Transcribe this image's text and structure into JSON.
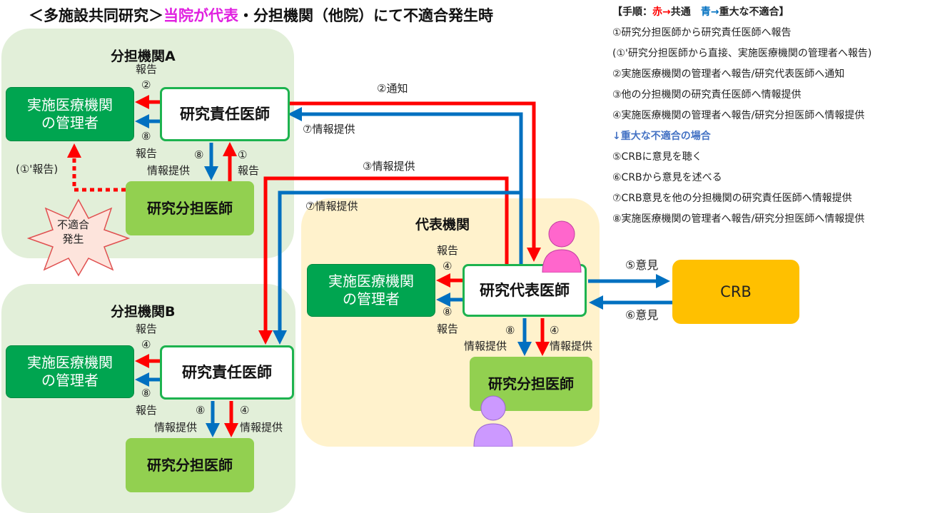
{
  "title": {
    "prefix": "＜多施設共同研究＞",
    "highlight": "当院が代表",
    "suffix": "・分担機関（他院）にて不適合発生時"
  },
  "legend": {
    "open": "【手順：",
    "red": "赤→",
    "common": "共通　",
    "blue": "青→",
    "serious": "重大な不適合】",
    "items": [
      "①研究分担医師から研究責任医師へ報告",
      "(①'研究分担医師から直接、実施医療機関の管理者へ報告)",
      "②実施医療機関の管理者へ報告/研究代表医師へ通知",
      "③他の分担機関の研究責任医師へ情報提供",
      "④実施医療機関の管理者へ報告/研究分担医師へ情報提供"
    ],
    "severe_header": "↓重大な不適合の場合",
    "items2": [
      "⑤CRBに意見を聴く",
      "⑥CRBから意見を述べる",
      "⑦CRB意見を他の分担機関の研究責任医師へ情報提供",
      "⑧実施医療機関の管理者へ報告/研究分担医師へ情報提供"
    ]
  },
  "groupA": {
    "title": "分担機関A",
    "manager": "実施医療機関の管理者",
    "lead": "研究責任医師",
    "sub": "研究分担医師",
    "star": "不適合発生",
    "l_report2": "報告",
    "n2": "②",
    "n8": "⑧",
    "l_report8": "報告",
    "n8b": "⑧",
    "l_info8": "情報提供",
    "n1": "①",
    "l_report1": "報告",
    "l_direct": "(①'報告)"
  },
  "groupB": {
    "title": "分担機関B",
    "manager": "実施医療機関の管理者",
    "lead": "研究責任医師",
    "sub": "研究分担医師",
    "l_report4": "報告",
    "n4": "④",
    "n8": "⑧",
    "l_report8": "報告",
    "n8b": "⑧",
    "l_info8": "情報提供",
    "n4b": "④",
    "l_info4": "情報提供"
  },
  "rep": {
    "title": "代表機関",
    "manager": "実施医療機関の管理者",
    "lead": "研究代表医師",
    "sub": "研究分担医師",
    "l_report4": "報告",
    "n4": "④",
    "n8": "⑧",
    "l_report8": "報告",
    "n8b": "⑧",
    "l_info8": "情報提供",
    "n4b": "④",
    "l_info4": "情報提供"
  },
  "crb": {
    "label": "CRB",
    "l5": "⑤意見",
    "l6": "⑥意見"
  },
  "flows": {
    "notify2": "②通知",
    "info7a": "⑦情報提供",
    "info3": "③情報提供",
    "info7b": "⑦情報提供"
  },
  "colors": {
    "red": "#ff0000",
    "blue": "#0070c0",
    "manager": "#00a550",
    "sub": "#92d050",
    "crb": "#ffc000"
  }
}
